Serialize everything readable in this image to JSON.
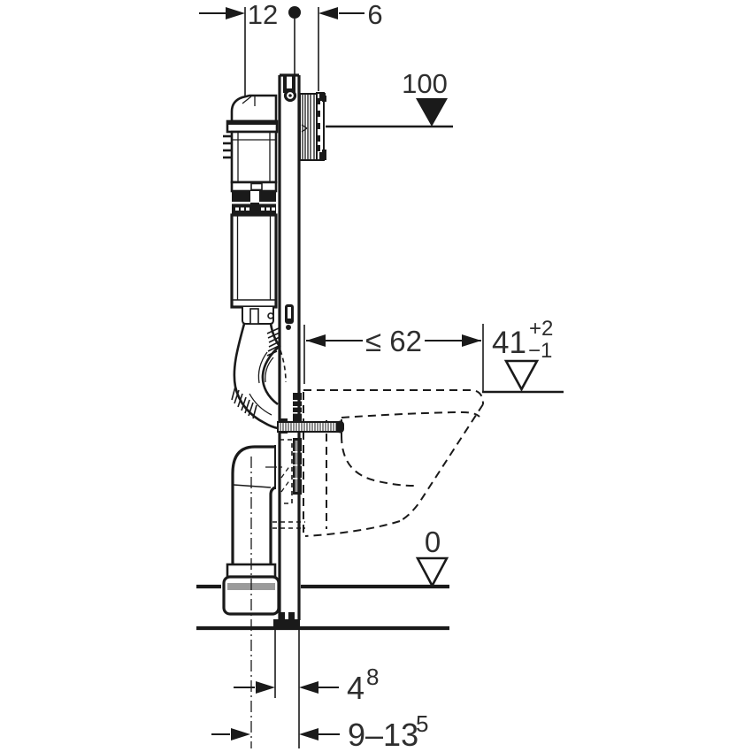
{
  "colors": {
    "line": "#1a1a1a",
    "text": "#2e2e2e",
    "gasket": "#9b9b9b",
    "background": "#ffffff"
  },
  "drawing": {
    "dims": {
      "frame_depth": "12",
      "pipe_offset": "6",
      "top_level": "100",
      "bowl_depth_max": "≤ 62",
      "bowl_height": "41",
      "bowl_height_tol_plus": "+2",
      "bowl_height_tol_minus": "−1",
      "floor_level": "0",
      "rail_depth": "4",
      "rail_depth_sup": "8",
      "outlet_offset": "9–13",
      "outlet_offset_sup": "5"
    }
  }
}
